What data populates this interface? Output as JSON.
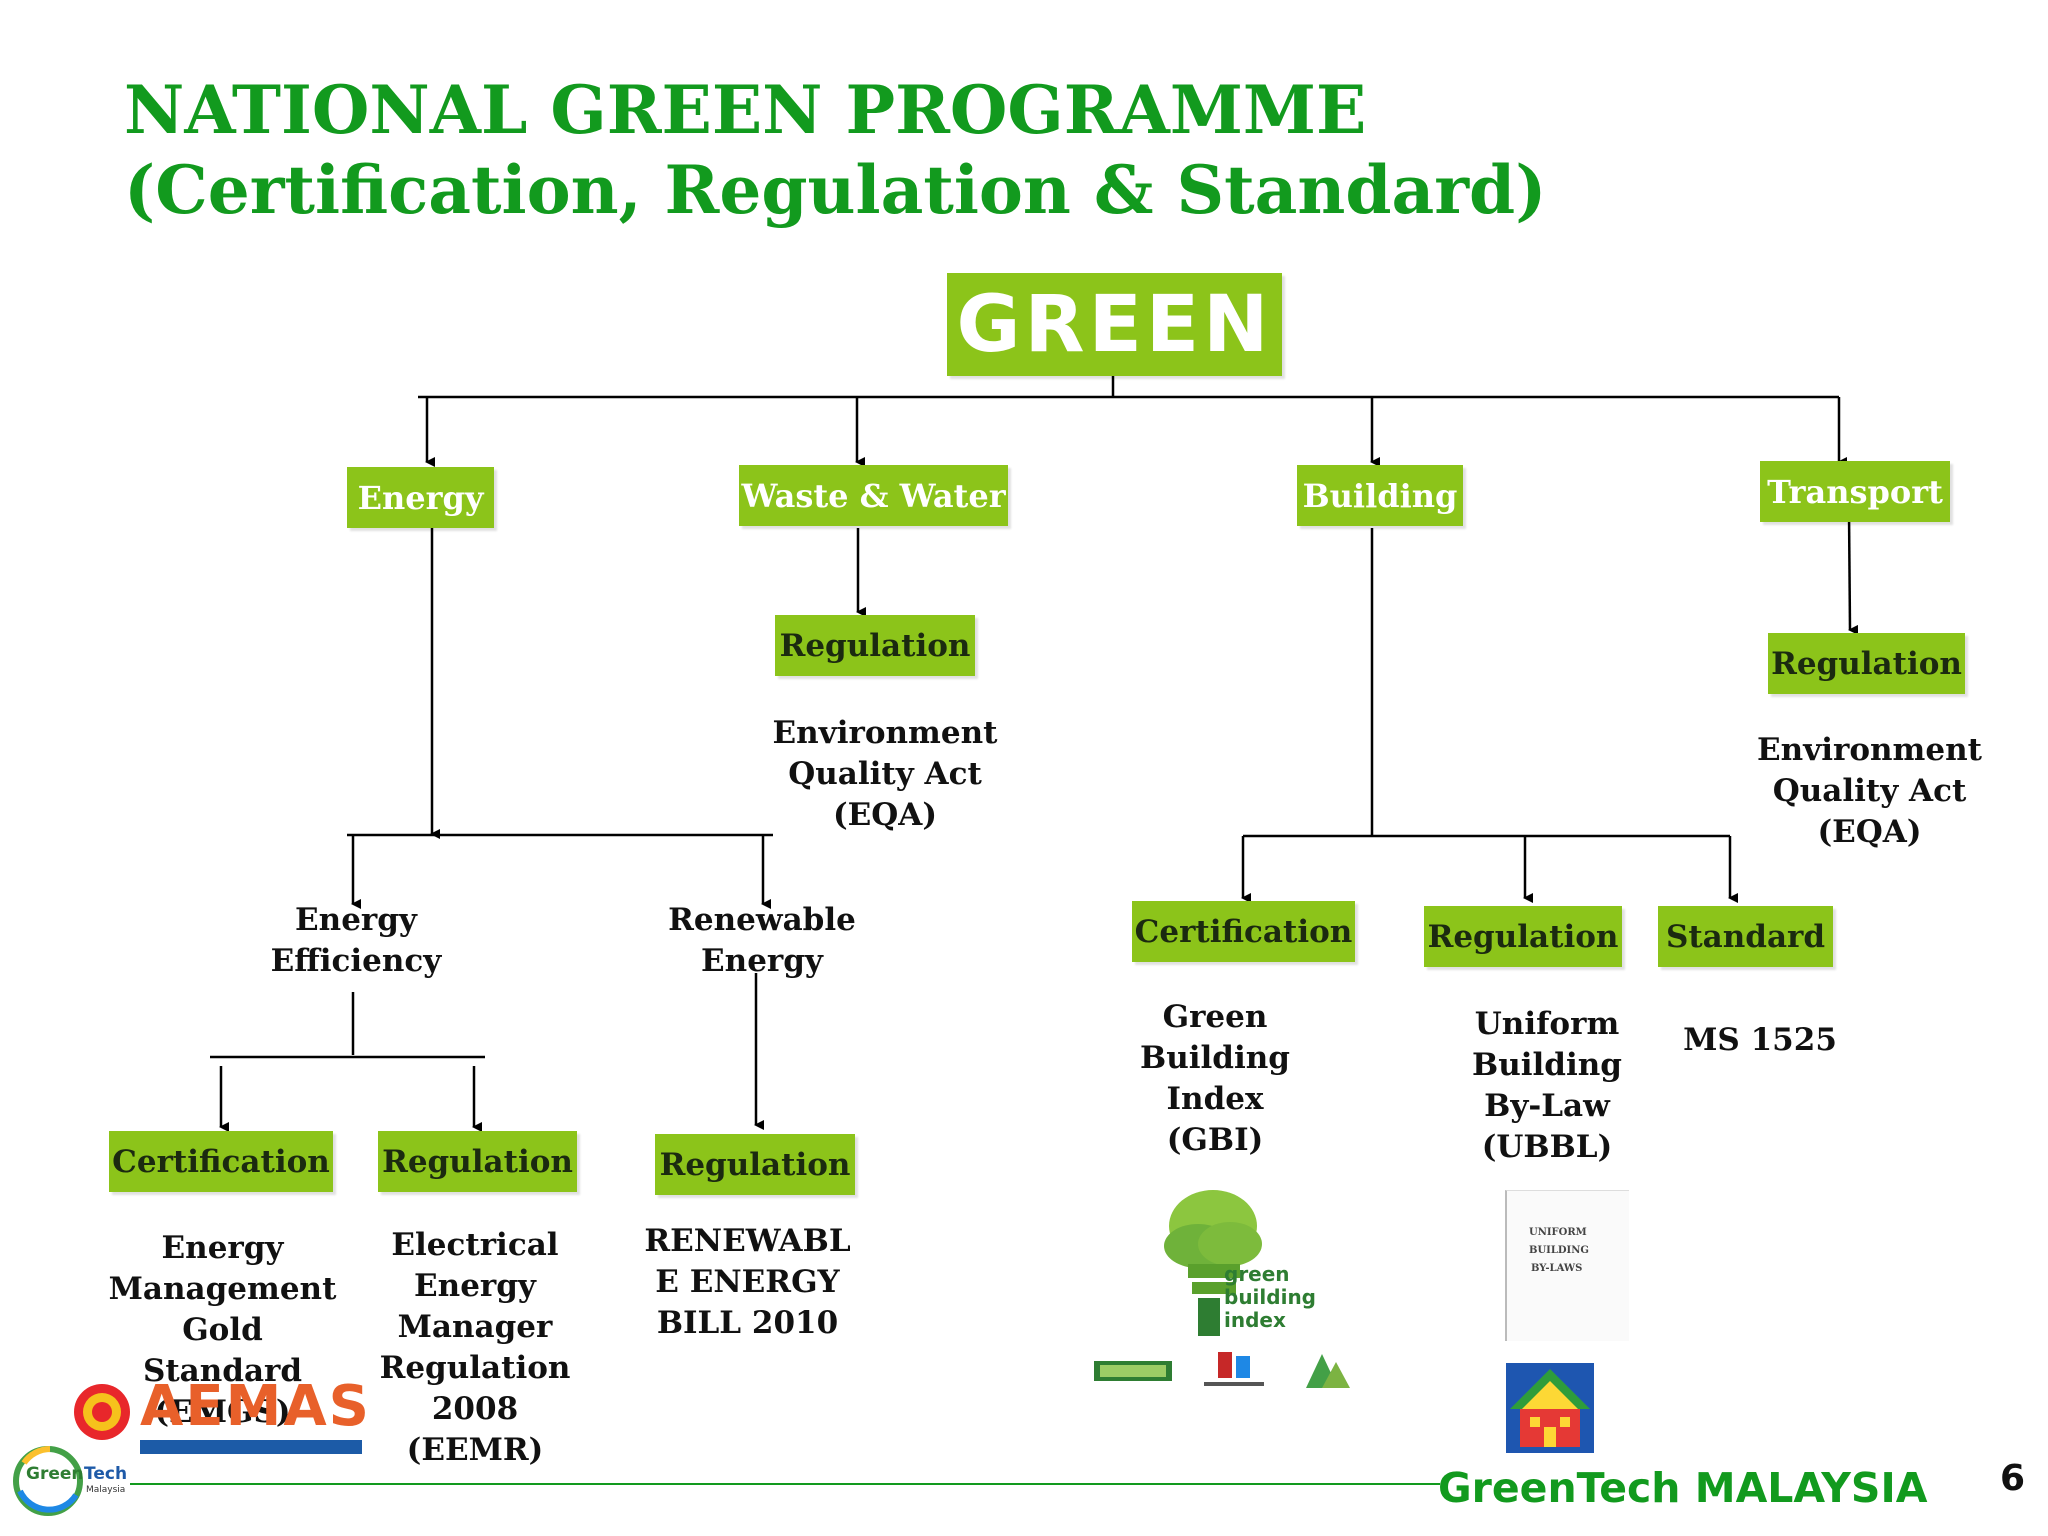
{
  "slide": {
    "title_line1": "NATIONAL GREEN PROGRAMME",
    "title_line2": "(Certification, Regulation & Standard)",
    "page_number": "6",
    "footer_brand": "GreenTech MALAYSIA"
  },
  "colors": {
    "title": "#129a1e",
    "box_fill": "#8cc41a",
    "box_text": "#ffffff"
  },
  "tree": {
    "root": "GREEN",
    "energy": "Energy",
    "waste_water": "Waste & Water",
    "building": "Building",
    "transport": "Transport",
    "ww_regulation": "Regulation",
    "ww_regulation_text": "Environment\nQuality Act\n(EQA)",
    "transport_regulation": "Regulation",
    "transport_regulation_text": "Environment\nQuality Act\n(EQA)",
    "energy_efficiency": "Energy\nEfficiency",
    "renewable_energy": "Renewable\nEnergy",
    "ee_certification": "Certification",
    "ee_certification_text": "Energy\nManagement\nGold Standard\n(EMGS)",
    "ee_regulation": "Regulation",
    "ee_regulation_text": "Electrical\nEnergy\nManager\nRegulation 2008\n(EEMR)",
    "re_regulation": "Regulation",
    "re_regulation_text": "RENEWABL\nE ENERGY\nBILL 2010",
    "bld_certification": "Certification",
    "bld_certification_text": "Green\nBuilding\nIndex\n(GBI)",
    "bld_regulation": "Regulation",
    "bld_regulation_text": "Uniform\nBuilding\nBy-Law\n(UBBL)",
    "bld_standard": "Standard",
    "bld_standard_text": "MS 1525"
  },
  "logos": {
    "aemas": "AEMAS",
    "greentech_small_1": "Green",
    "greentech_small_2": "Tech",
    "greentech_small_3": "Malaysia",
    "gbi_1": "green",
    "gbi_2": "building",
    "gbi_3": "index",
    "ubbl_doc_1": "UNIFORM",
    "ubbl_doc_2": "BUILDING",
    "ubbl_doc_3": "BY-LAWS"
  }
}
